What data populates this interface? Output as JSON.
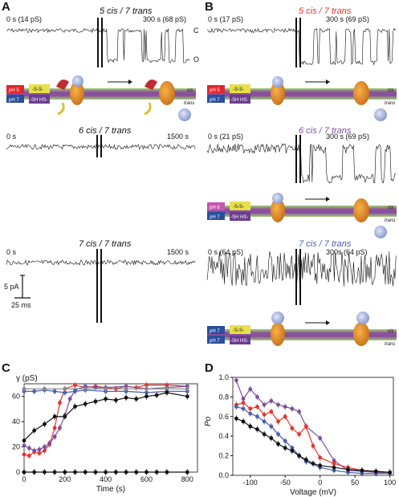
{
  "panels": {
    "A": "A",
    "B": "B",
    "C": "C",
    "D": "D"
  },
  "panelA": {
    "trace1": {
      "cond": "5 cis / 7 trans",
      "left": "0 s (14 pS)",
      "right": "300 s (68 pS)"
    },
    "trace2": {
      "cond": "6 cis / 7 trans",
      "left": "0 s",
      "right": "1500 s"
    },
    "trace3": {
      "cond": "7 cis / 7 trans",
      "left": "0 s",
      "right": "1500 s"
    },
    "closed_label": "C",
    "open_label": "O",
    "scale_current": "5 pA",
    "scale_time": "25 ms",
    "diagram": {
      "ph_cis": "pH 5",
      "ph_trans": "pH 7",
      "ss": "-S-S-",
      "shhs": "-SH HS-",
      "cis": "cis",
      "trans": "trans"
    }
  },
  "panelB": {
    "trace1": {
      "cond": "5 cis / 7 trans",
      "left": "0 s (17 pS)",
      "right": "300 s (69 pS)",
      "color": "#e8332a"
    },
    "trace2": {
      "cond": "6 cis / 7 trans",
      "left": "0 s (21 pS)",
      "right": "300 s (69 pS)",
      "color": "#7b4fa0"
    },
    "trace3": {
      "cond": "7 cis / 7 trans",
      "left": "0 s (64 pS)",
      "right": "300s (64 pS)",
      "color": "#4b5fae"
    },
    "diag1": {
      "ph_cis": "pH 5",
      "ph_trans": "pH 7"
    },
    "diag2": {
      "ph_cis": "pH 6",
      "ph_trans": "pH 7"
    },
    "diag3": {
      "ph_cis": "pH 7",
      "ph_trans": "pH 7"
    },
    "ss": "-S-S-",
    "shhs": "-SH HS-",
    "cis": "cis",
    "trans": "trans"
  },
  "colors": {
    "red": "#e8332a",
    "purple": "#7b4fa0",
    "blue": "#4b5fae",
    "black": "#111111",
    "grey": "#888888"
  },
  "chart_data": [
    {
      "type": "scatter",
      "panel": "C",
      "ylabel": "γ (pS)",
      "xlabel": "Time (s)",
      "xlim": [
        0,
        850
      ],
      "ylim": [
        0,
        70
      ],
      "xticks": [
        0,
        200,
        400,
        600,
        800
      ],
      "yticks": [
        0,
        20,
        40,
        60
      ],
      "series": [
        {
          "color": "#e8332a",
          "x": [
            0,
            25,
            50,
            75,
            100,
            125,
            150,
            175,
            200,
            250,
            300,
            350,
            400,
            450,
            500,
            550,
            600,
            700,
            800
          ],
          "y": [
            14,
            13,
            16,
            15,
            17,
            22,
            35,
            55,
            66,
            69,
            67,
            68,
            67,
            66,
            68,
            67,
            69,
            69,
            68
          ]
        },
        {
          "color": "#7b4fa0",
          "x": [
            0,
            25,
            50,
            75,
            100,
            125,
            150,
            175,
            200,
            225,
            250,
            300,
            350,
            400,
            500,
            600,
            700,
            800
          ],
          "y": [
            21,
            19,
            17,
            18,
            20,
            23,
            28,
            35,
            45,
            58,
            65,
            68,
            67,
            67,
            68,
            66,
            67,
            68
          ]
        },
        {
          "color": "#4b5fae",
          "x": [
            0,
            50,
            100,
            150,
            200,
            250,
            300,
            400,
            500,
            600,
            700,
            800
          ],
          "y": [
            64,
            64,
            65,
            64,
            63,
            64,
            65,
            64,
            64,
            63,
            64,
            64
          ]
        },
        {
          "color": "#888888",
          "x": [
            0,
            100,
            200,
            300,
            400,
            500,
            600,
            700,
            800
          ],
          "y": [
            66,
            66,
            66,
            66,
            66,
            66,
            66,
            66,
            66
          ]
        },
        {
          "color": "#111111",
          "x": [
            0,
            50,
            100,
            150,
            200,
            250,
            300,
            350,
            400,
            450,
            500,
            550,
            600,
            650,
            700,
            800
          ],
          "y": [
            25,
            33,
            38,
            44,
            44,
            52,
            54,
            56,
            58,
            57,
            59,
            58,
            60,
            61,
            63,
            60
          ]
        },
        {
          "color": "#111111",
          "x": [
            0,
            50,
            100,
            150,
            200,
            250,
            300,
            350,
            400,
            450,
            500,
            550,
            600,
            650,
            700,
            800
          ],
          "y": [
            0,
            0,
            0,
            0,
            0,
            0,
            0,
            0,
            0,
            0,
            0,
            0,
            0,
            0,
            0,
            0
          ]
        }
      ]
    },
    {
      "type": "scatter",
      "panel": "D",
      "ylabel": "Po",
      "xlabel": "Voltage (mV)",
      "xlim": [
        -125,
        105
      ],
      "ylim": [
        0,
        1.0
      ],
      "xticks": [
        -100,
        -50,
        0,
        50,
        100
      ],
      "yticks": [
        0.0,
        0.2,
        0.4,
        0.6,
        0.8,
        1.0
      ],
      "series": [
        {
          "color": "#7b4fa0",
          "x": [
            -120,
            -110,
            -100,
            -90,
            -80,
            -70,
            -60,
            -50,
            -40,
            -30,
            -20,
            0,
            20,
            40,
            60,
            80,
            100
          ],
          "y": [
            0.97,
            0.78,
            0.88,
            0.8,
            0.72,
            0.76,
            0.72,
            0.7,
            0.68,
            0.65,
            0.5,
            0.38,
            0.15,
            0.05,
            0.04,
            0.03,
            0.02
          ]
        },
        {
          "color": "#e8332a",
          "x": [
            -120,
            -110,
            -100,
            -90,
            -80,
            -70,
            -60,
            -50,
            -40,
            -30,
            -20,
            -10,
            0,
            20,
            40,
            60,
            80,
            100
          ],
          "y": [
            0.72,
            0.74,
            0.68,
            0.7,
            0.62,
            0.65,
            0.55,
            0.6,
            0.48,
            0.42,
            0.5,
            0.3,
            0.18,
            0.12,
            0.08,
            0.05,
            0.04,
            0.03
          ]
        },
        {
          "color": "#4b5fae",
          "x": [
            -120,
            -110,
            -100,
            -90,
            -80,
            -70,
            -60,
            -50,
            -40,
            -30,
            -20,
            0,
            20,
            40,
            60,
            80,
            100
          ],
          "y": [
            0.7,
            0.68,
            0.63,
            0.6,
            0.55,
            0.5,
            0.42,
            0.35,
            0.28,
            0.2,
            0.14,
            0.08,
            0.05,
            0.03,
            0.02,
            0.02,
            0.02
          ]
        },
        {
          "color": "#111111",
          "x": [
            -120,
            -110,
            -100,
            -90,
            -80,
            -70,
            -60,
            -50,
            -40,
            -30,
            -20,
            -10,
            0,
            20,
            40,
            60,
            80,
            100
          ],
          "y": [
            0.58,
            0.55,
            0.5,
            0.47,
            0.42,
            0.38,
            0.32,
            0.28,
            0.25,
            0.2,
            0.16,
            0.12,
            0.1,
            0.08,
            0.06,
            0.05,
            0.04,
            0.03
          ]
        }
      ]
    }
  ]
}
